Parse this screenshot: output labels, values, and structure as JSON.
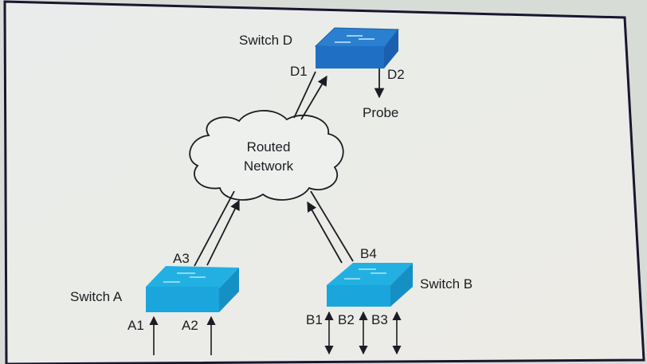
{
  "diagram": {
    "cloud": {
      "line1": "Routed",
      "line2": "Network"
    },
    "switches": {
      "d": {
        "name": "Switch D",
        "ports": {
          "d1": "D1",
          "d2": "D2"
        }
      },
      "a": {
        "name": "Switch A",
        "ports": {
          "a1": "A1",
          "a2": "A2",
          "a3": "A3"
        }
      },
      "b": {
        "name": "Switch B",
        "ports": {
          "b1": "B1",
          "b2": "B2",
          "b3": "B3",
          "b4": "B4"
        }
      }
    },
    "probe": "Probe",
    "colors": {
      "switch_dark": "#1f6fc4",
      "switch_light": "#1aa6dc",
      "outline": "#1c1c22"
    }
  }
}
